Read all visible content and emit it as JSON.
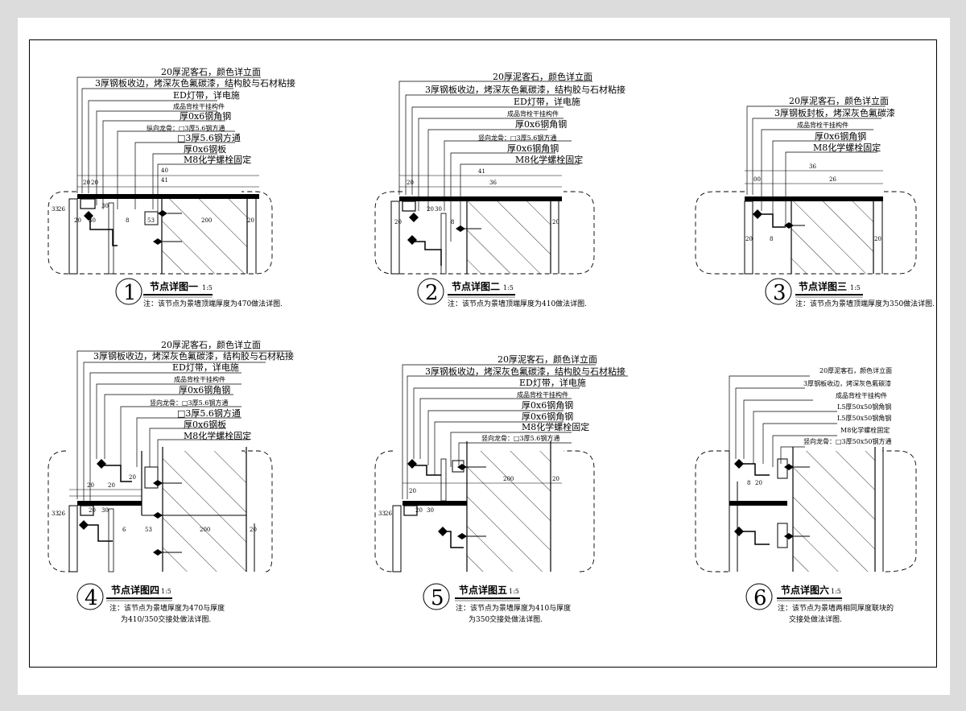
{
  "details": [
    {
      "number": "1",
      "title": "节点详图一",
      "scale": "1:5",
      "notes": [
        "注：该节点为景墙顶端厚度为470做法详图."
      ],
      "callouts": [
        "20厚泥客石，颜色详立面",
        "3厚钢板收边，烤深灰色氟碳漆，结构胶与石材粘接",
        "ED灯带，详电施",
        "成品背栓干挂构件",
        "厚0x6钢角钢",
        "纵向龙骨：□3厚5.6钢方通",
        "□3厚5.6钢方通",
        "厚0x6钢板",
        "M8化学螺栓固定"
      ],
      "dims": [
        "41",
        "40",
        "20",
        "20",
        "30",
        "33",
        "26",
        "20",
        "30",
        "8",
        "53",
        "200",
        "20"
      ]
    },
    {
      "number": "2",
      "title": "节点详图二",
      "scale": "1:5",
      "notes": [
        "注：该节点为景墙顶端厚度为410做法详图."
      ],
      "callouts": [
        "20厚泥客石，颜色详立面",
        "3厚钢板收边，烤深灰色氟碳漆，结构胶与石材粘接",
        "ED灯带，详电施",
        "成品背栓干挂构件",
        "厚0x6钢角钢",
        "竖向龙骨：□3厚5.6钢方通",
        "厚0x6钢角钢",
        "M8化学螺栓固定"
      ],
      "dims": [
        "41",
        "36",
        "20",
        "20",
        "30",
        "20",
        "8",
        "20"
      ]
    },
    {
      "number": "3",
      "title": "节点详图三",
      "scale": "1:5",
      "notes": [
        "注：该节点为景墙顶端厚度为350做法详图."
      ],
      "callouts": [
        "20厚泥客石，颜色详立面",
        "3厚钢板封板，烤深灰色氟碳漆",
        "成品背栓干挂构件",
        "厚0x6钢角钢",
        "M8化学螺栓固定"
      ],
      "dims": [
        "36",
        "00",
        "26",
        "20",
        "8",
        "20"
      ]
    },
    {
      "number": "4",
      "title": "节点详图四",
      "scale": "1:5",
      "notes": [
        "注：该节点为景墙厚度为470与厚度",
        "为410/350交接处做法详图."
      ],
      "callouts": [
        "20厚泥客石，颜色详立面",
        "3厚钢板收边，烤深灰色氟碳漆，结构胶与石材粘接",
        "ED灯带，详电施",
        "成品背栓干挂构件",
        "厚0x6钢角钢",
        "竖向龙骨：□3厚5.6钢方通",
        "□3厚5.6钢方通",
        "厚0x6钢板",
        "M8化学螺栓固定"
      ],
      "dims": [
        "20",
        "20",
        "20",
        "33",
        "26",
        "20",
        "30",
        "6",
        "53",
        "200",
        "20"
      ]
    },
    {
      "number": "5",
      "title": "节点详图五",
      "scale": "1:5",
      "notes": [
        "注：该节点为景墙厚度为410与厚度",
        "为350交接处做法详图."
      ],
      "callouts": [
        "20厚泥客石，颜色详立面",
        "3厚钢板收边，烤深灰色氟碳漆，结构胶与石材粘接",
        "ED灯带，详电施",
        "成品背栓干挂构件",
        "厚0x6钢角钢",
        "厚0x6钢角钢",
        "M8化学螺栓固定",
        "竖向龙骨：□3厚5.6钢方通"
      ],
      "dims": [
        "200",
        "20",
        "20",
        "33",
        "26",
        "20",
        "30"
      ]
    },
    {
      "number": "6",
      "title": "节点详图六",
      "scale": "1:5",
      "notes": [
        "注：该节点为景墙两相同厚度联块的",
        "交接处做法详图."
      ],
      "callouts": [
        "20厚泥客石，颜色详立面",
        "3厚钢板收边，烤深灰色氟碳漆",
        "成品背栓干挂构件",
        "L5厚50x50钢角钢",
        "L5厚50x50钢角钢",
        "M8化学螺栓固定",
        "竖向龙骨：□3厚50x50钢方通"
      ],
      "dims": [
        "8",
        "20"
      ]
    }
  ]
}
